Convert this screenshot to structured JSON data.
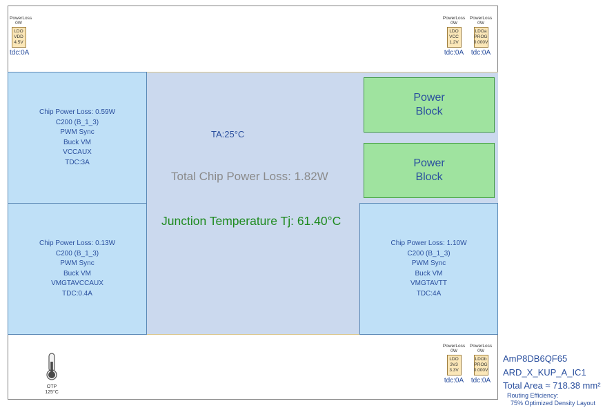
{
  "colors": {
    "block_fill": "#bfe0f7",
    "core_fill": "#cbd9ee",
    "power_block_fill": "#9fe39f",
    "ldo_fill": "#fbe7b8",
    "label_blue": "#2a4f9e",
    "tj_green": "#1e8a1e"
  },
  "ldos": [
    {
      "power_label": "PowerLoss",
      "power_value": "0W",
      "lines": [
        "LDO",
        "VDD",
        "4.5V"
      ],
      "tdc": "tdc:0A"
    },
    {
      "power_label": "PowerLoss",
      "power_value": "0W",
      "lines": [
        "LDO",
        "VCC",
        "1.2V"
      ],
      "tdc": "tdc:0A"
    },
    {
      "power_label": "PowerLoss",
      "power_value": "0W",
      "lines": [
        "LDOa",
        "PROG",
        "0.000V"
      ],
      "tdc": "tdc:0A"
    },
    {
      "power_label": "PowerLoss",
      "power_value": "0W",
      "lines": [
        "LDO",
        "3V3",
        "3.3V"
      ],
      "tdc": "tdc:0A"
    },
    {
      "power_label": "PowerLoss",
      "power_value": "0W",
      "lines": [
        "LDOb",
        "PROG",
        "0.000V"
      ],
      "tdc": "tdc:0A"
    }
  ],
  "blocks": [
    {
      "lines": [
        "Chip Power Loss: 0.59W",
        "C200 (B_1_3)",
        "PWM Sync",
        "Buck VM",
        "VCCAUX",
        "TDC:3A"
      ]
    },
    {
      "lines": [
        "Chip Power Loss: 0.13W",
        "C200 (B_1_3)",
        "PWM Sync",
        "Buck VM",
        "VMGTAVCCAUX",
        "TDC:0.4A"
      ]
    },
    {
      "lines": [
        "Chip Power Loss: 1.10W",
        "C200 (B_1_3)",
        "PWM Sync",
        "Buck VM",
        "VMGTAVTT",
        "TDC:4A"
      ]
    }
  ],
  "power_blocks": [
    {
      "lines": [
        "Power",
        "Block"
      ]
    },
    {
      "lines": [
        "Power",
        "Block"
      ]
    }
  ],
  "center": {
    "ta": "TA:25°C",
    "total_power_loss": "Total Chip Power Loss: 1.82W",
    "junction_temp": "Junction Temperature Tj: 61.40°C"
  },
  "otp": {
    "label": "OTP",
    "value": "125°C",
    "icon": "thermometer-icon"
  },
  "info": {
    "part": "AmP8DB6QF65",
    "design": "ARD_X_KUP_A_IC1",
    "area": "Total Area ≈ 718.38 mm²",
    "routing_label": "Routing Efficiency:",
    "routing_value": "75% Optimized Density Layout"
  }
}
